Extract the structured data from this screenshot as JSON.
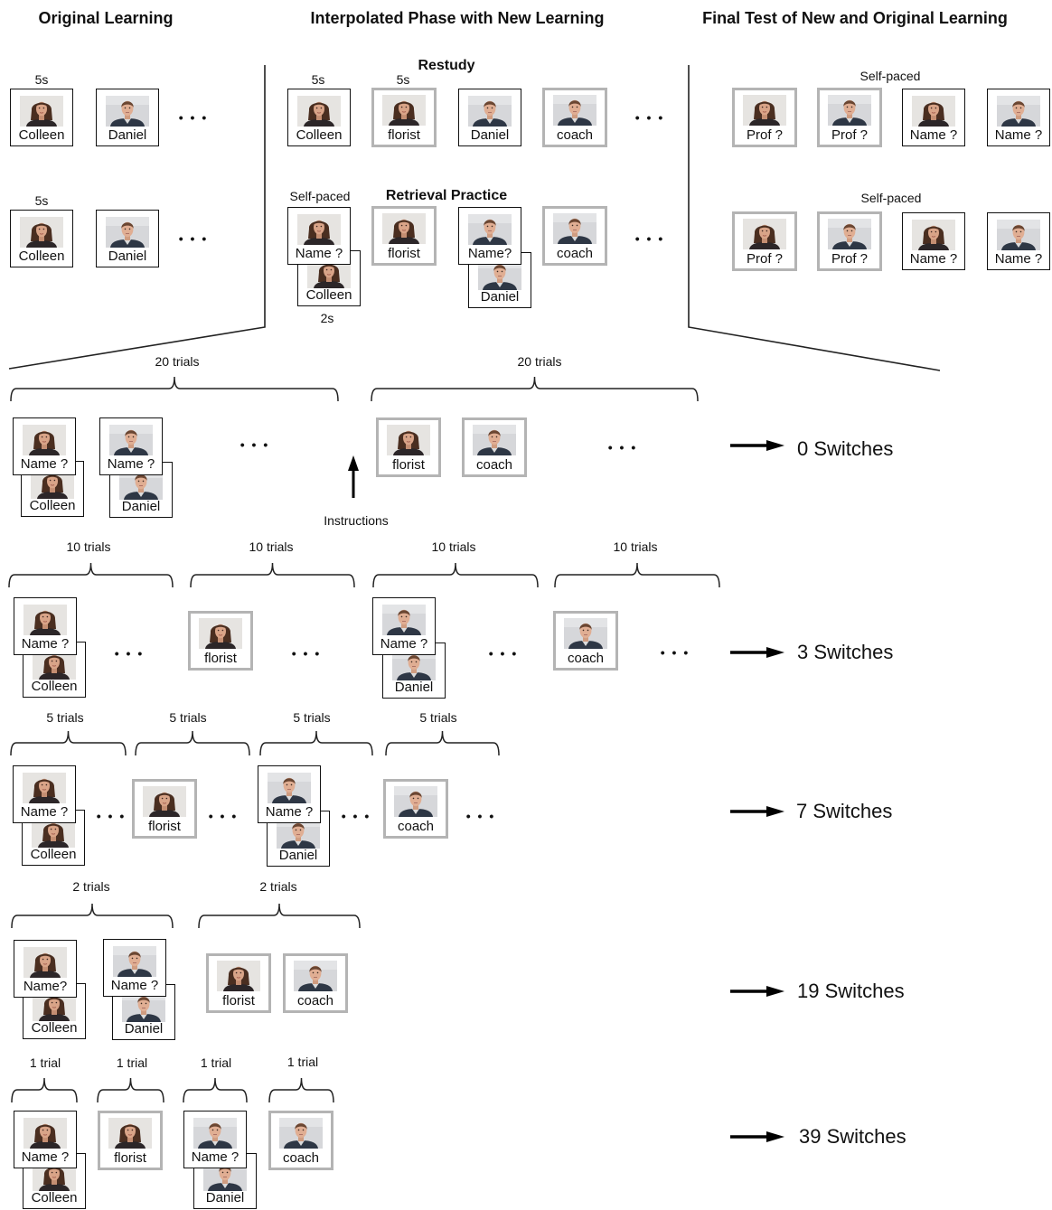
{
  "headers": {
    "original_learning": "Original Learning",
    "interpolated_phase": "Interpolated Phase with New Learning",
    "final_test": "Final Test of New and Original Learning"
  },
  "phase_titles": {
    "restudy": "Restudy",
    "retrieval_practice": "Retrieval Practice"
  },
  "timing": {
    "study_duration": "5s",
    "feedback_duration": "2s",
    "self_paced": "Self-paced"
  },
  "instructions": "Instructions",
  "ellipsis": "• • •",
  "cards": {
    "colleen": "Colleen",
    "daniel": "Daniel",
    "florist": "florist",
    "coach": "coach",
    "name_prompt": "Name ?",
    "name_prompt_compact": "Name?",
    "prof_prompt": "Prof ?"
  },
  "photos": {
    "female": "female-face-photo",
    "male": "male-face-photo"
  },
  "conditions": [
    {
      "switches": "0 Switches",
      "blocks": [
        "20 trials",
        "20 trials"
      ]
    },
    {
      "switches": "3 Switches",
      "blocks": [
        "10 trials",
        "10 trials",
        "10 trials",
        "10 trials"
      ]
    },
    {
      "switches": "7 Switches",
      "blocks": [
        "5 trials",
        "5 trials",
        "5 trials",
        "5 trials"
      ]
    },
    {
      "switches": "19 Switches",
      "blocks": [
        "2 trials",
        "2 trials"
      ]
    },
    {
      "switches": "39 Switches",
      "blocks": [
        "1 trial",
        "1 trial",
        "1 trial",
        "1 trial"
      ]
    }
  ],
  "colors": {
    "original_learning_border": "#111111",
    "new_learning_border": "#b4b4b4"
  }
}
